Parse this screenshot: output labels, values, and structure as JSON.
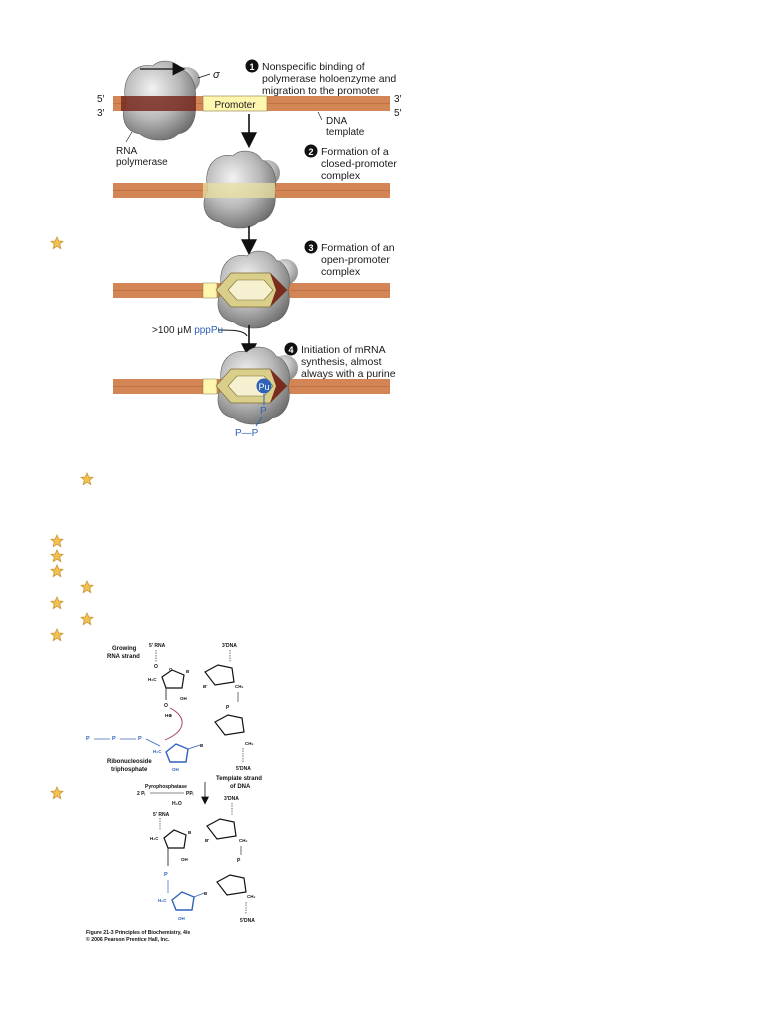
{
  "transcription_diagram": {
    "strand_ends": {
      "top_left": "5′",
      "bottom_left": "3′",
      "top_right": "3′",
      "bottom_right": "5′"
    },
    "sigma": "σ",
    "promoter": "Promoter",
    "dna_template": [
      "DNA",
      "template"
    ],
    "rna_polymerase": [
      "RNA",
      "polymerase"
    ],
    "steps": [
      {
        "number": "1",
        "lines": [
          "Nonspecific binding of",
          "polymerase holoenzyme and",
          "migration to the promoter"
        ]
      },
      {
        "number": "2",
        "lines": [
          "Formation of a",
          "closed-promoter",
          "complex"
        ]
      },
      {
        "number": "3",
        "lines": [
          "Formation of an",
          "open-promoter",
          "complex"
        ]
      },
      {
        "number": "4",
        "lines": [
          "Initiation of mRNA",
          "synthesis, almost",
          "always with a purine"
        ]
      }
    ],
    "substrate_prefix": ">100 μM",
    "substrate": "pppPu",
    "pu": "Pu",
    "p": "P",
    "pp": "P—P"
  },
  "chemistry_diagram": {
    "growing_rna": [
      "Growing",
      "RNA strand"
    ],
    "rna5": "5′ RNA",
    "dna3": "3′DNA",
    "dna5": "5′DNA",
    "ntp": [
      "Ribonucleoside",
      "triphosphate"
    ],
    "template": [
      "Template strand",
      "of DNA"
    ],
    "pyrophosphatase": "Pyrophosphatase",
    "two_pi": "2 Pᵢ",
    "ppi": "PPᵢ",
    "water": "H₂O",
    "oh": "OH",
    "h": "H",
    "b": "B",
    "bp": "B′",
    "o": "O",
    "p": "P",
    "ch2": "CH₂",
    "h2c": "H₂C",
    "hplus": "H⊕",
    "caption": [
      "Figure 21-3 Principles of Biochemistry, 4/e",
      "© 2006 Pearson Prentice Hall, Inc."
    ]
  },
  "colors": {
    "dna": "#d48555",
    "promoter_dark": "#7a2a1e",
    "promoter_box": "#fff6b0",
    "blue": "#2e62b8",
    "star": "#f2c14e"
  }
}
